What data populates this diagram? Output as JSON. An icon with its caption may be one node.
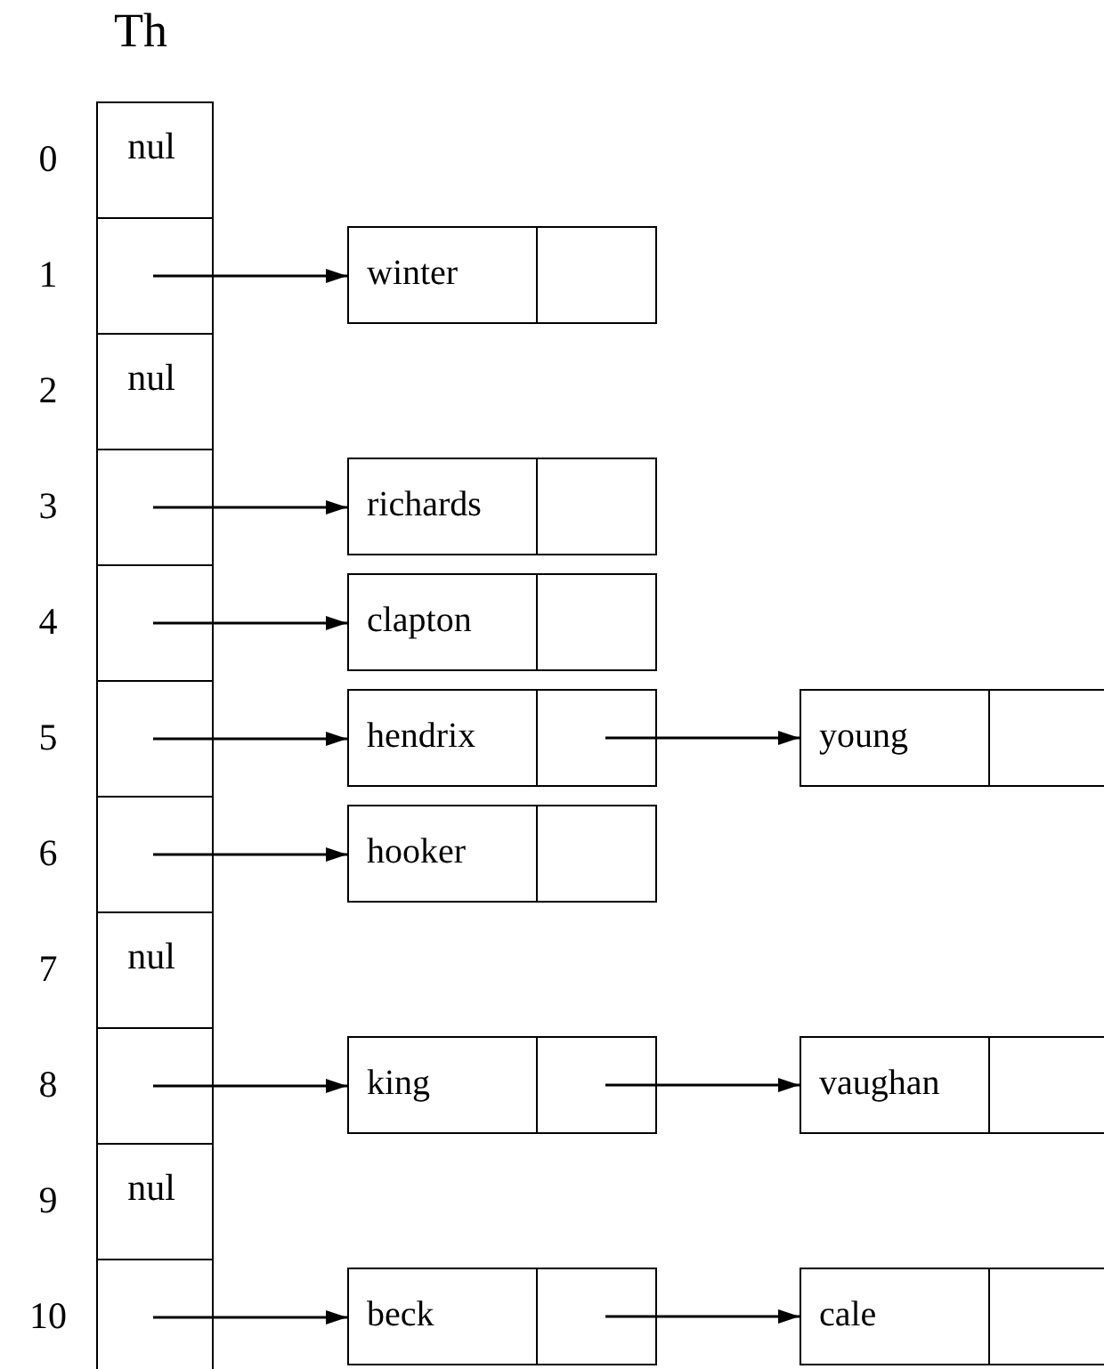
{
  "diagram": {
    "title": "Th",
    "nodes": [
      {
        "text": [
          "nul"
        ],
        "beside": [
          "0"
        ]
      },
      {
        "text": [],
        "shape": "box",
        "beside": [
          "1"
        ]
      },
      {
        "text": [
          "nul"
        ],
        "beside": [
          "2"
        ]
      },
      {
        "text": [],
        "shape": "box",
        "beside": [
          "3"
        ]
      },
      {
        "text": [],
        "shape": "box",
        "beside": [
          "4"
        ]
      },
      {
        "text": [],
        "shape": "box",
        "beside": [
          "5"
        ]
      },
      {
        "text": [],
        "shape": "box",
        "beside": [
          "6"
        ]
      },
      {
        "text": [
          "nul"
        ],
        "beside": [
          "7"
        ]
      },
      {
        "text": [],
        "shape": "box",
        "beside": [
          "8"
        ]
      },
      {
        "text": [
          "nul"
        ],
        "beside": [
          "9"
        ]
      },
      {
        "text": [],
        "shape": "box",
        "beside": [
          "10"
        ]
      },
      {
        "text": [
          "winter"
        ]
      },
      {
        "text": [
          "richards"
        ]
      },
      {
        "text": [
          "clapton"
        ]
      },
      {
        "text": [
          "hendrix"
        ]
      },
      {
        "text": [
          "young"
        ]
      },
      {
        "text": [
          "hooker"
        ]
      },
      {
        "text": [
          "king"
        ]
      },
      {
        "text": [
          "vaughan"
        ]
      },
      {
        "text": [
          "beck"
        ]
      },
      {
        "text": [
          "cale"
        ]
      }
    ],
    "edges": [
      {
        "from": 1,
        "to": 11,
        "arrow": "to"
      },
      {
        "from": 3,
        "to": 12,
        "arrow": "to"
      },
      {
        "from": 4,
        "to": 13,
        "arrow": "to"
      },
      {
        "from": 5,
        "to": 14,
        "arrow": "to"
      },
      {
        "from": 14,
        "to": 15,
        "arrow": "to"
      },
      {
        "from": 6,
        "to": 16,
        "arrow": "to"
      },
      {
        "from": 8,
        "to": 17,
        "arrow": "to"
      },
      {
        "from": 17,
        "to": 18,
        "arrow": "to"
      },
      {
        "from": 10,
        "to": 19,
        "arrow": "to"
      },
      {
        "from": 19,
        "to": 20,
        "arrow": "to"
      }
    ]
  }
}
